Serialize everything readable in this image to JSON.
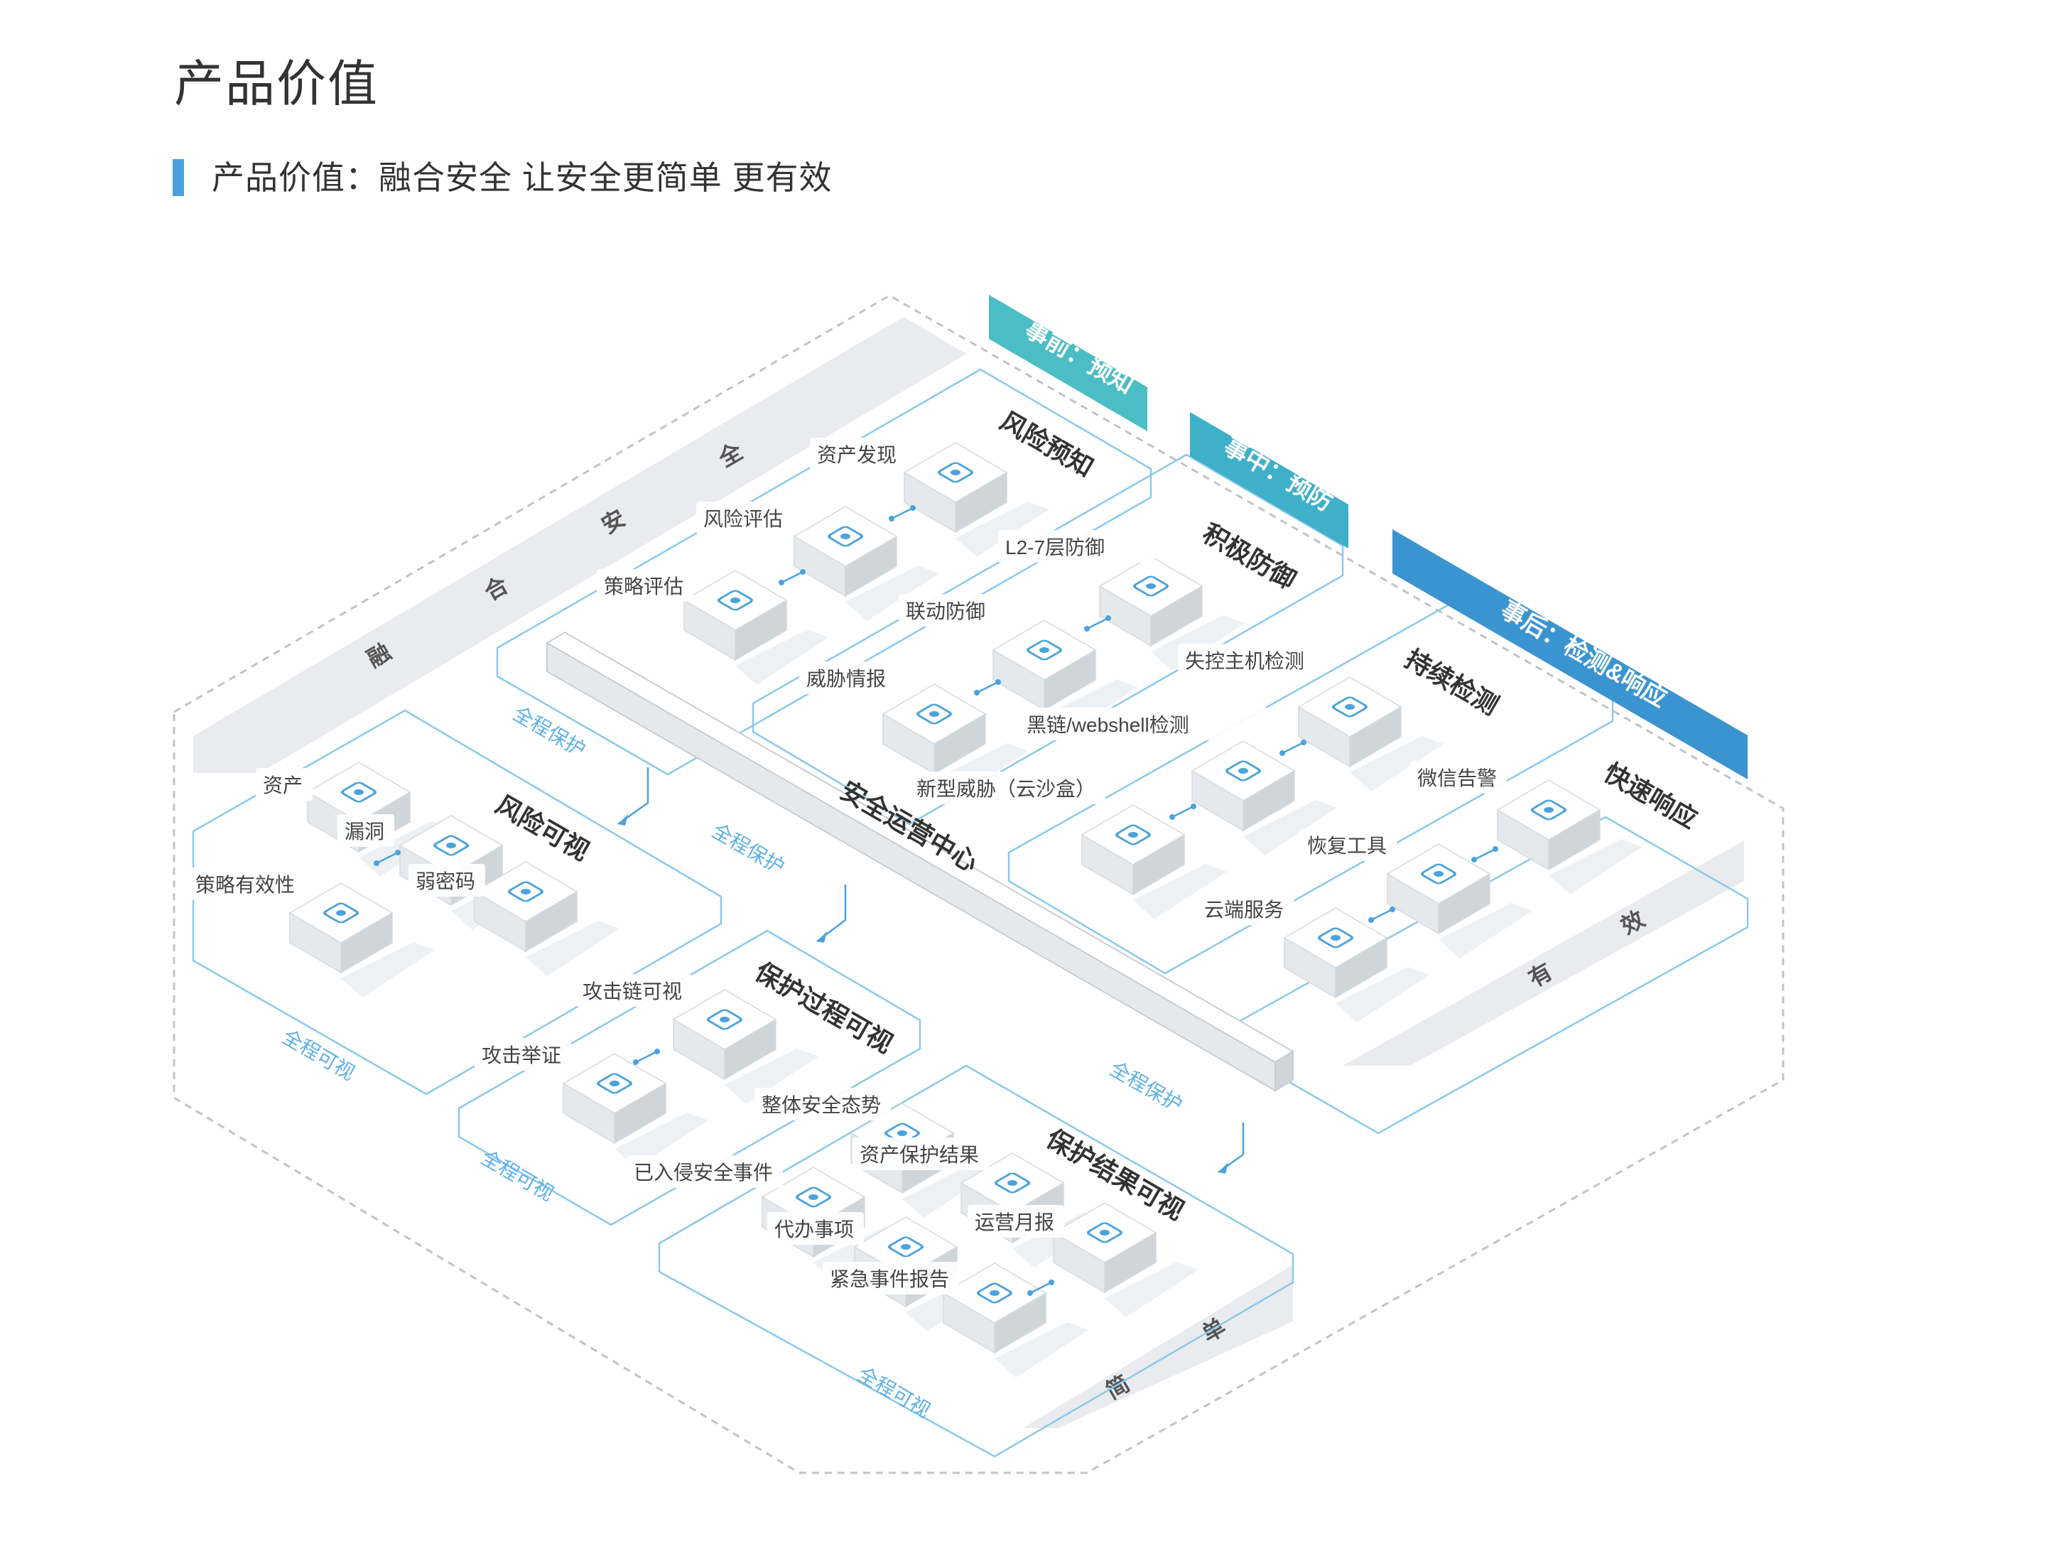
{
  "page": {
    "title": "产品价值",
    "subtitle": "产品价值：融合安全 让安全更简单 更有效"
  },
  "banners": {
    "pre": "事前：预知",
    "during": "事中：预防",
    "post": "事后：检测&响应"
  },
  "side_words": {
    "fusion": [
      "融",
      "合",
      "安",
      "全"
    ],
    "effective": [
      "有",
      "效"
    ],
    "simple": [
      "简",
      "单"
    ]
  },
  "center": {
    "title": "安全运营中心"
  },
  "flow_labels": {
    "full_protect": "全程保护",
    "full_visible": "全程可视"
  },
  "panels": {
    "risk_predict": {
      "title": "风险预知",
      "items": [
        {
          "label": "资产发现",
          "icon": "asset-discovery-icon"
        },
        {
          "label": "风险评估",
          "icon": "risk-assessment-icon"
        },
        {
          "label": "策略评估",
          "icon": "policy-assessment-icon"
        }
      ]
    },
    "active_defense": {
      "title": "积极防御",
      "items": [
        {
          "label": "L2-7层防御",
          "icon": "shield-icon"
        },
        {
          "label": "联动防御",
          "icon": "linkage-icon"
        },
        {
          "label": "威胁情报",
          "icon": "threat-intel-icon"
        }
      ]
    },
    "continuous_detect": {
      "title": "持续检测",
      "items": [
        {
          "label": "失控主机检测",
          "icon": "host-detect-icon"
        },
        {
          "label": "黑链/webshell检测",
          "icon": "webshell-icon"
        },
        {
          "label": "新型威胁（云沙盒）",
          "icon": "cloud-sandbox-icon"
        }
      ]
    },
    "rapid_response": {
      "title": "快速响应",
      "items": [
        {
          "label": "微信告警",
          "icon": "wechat-icon"
        },
        {
          "label": "恢复工具",
          "icon": "restore-icon"
        },
        {
          "label": "云端服务",
          "icon": "cloud-service-icon"
        }
      ]
    },
    "risk_visible": {
      "title": "风险可视",
      "items": [
        {
          "label": "资产",
          "icon": "asset-icon"
        },
        {
          "label": "漏洞",
          "icon": "bug-icon"
        },
        {
          "label": "弱密码",
          "icon": "lock-icon"
        },
        {
          "label": "策略有效性",
          "icon": "bar-chart-icon"
        }
      ]
    },
    "process_visible": {
      "title": "保护过程可视",
      "items": [
        {
          "label": "攻击链可视",
          "icon": "globe-icon"
        },
        {
          "label": "攻击举证",
          "icon": "document-icon"
        }
      ]
    },
    "result_visible": {
      "title": "保护结果可视",
      "items": [
        {
          "label": "整体安全态势",
          "icon": "dashboard-icon"
        },
        {
          "label": "资产保护结果",
          "icon": "monitor-icon"
        },
        {
          "label": "已入侵安全事件",
          "icon": "event-icon"
        },
        {
          "label": "代办事项",
          "icon": "todo-icon"
        },
        {
          "label": "运营月报",
          "icon": "calendar-icon"
        },
        {
          "label": "紧急事件报告",
          "icon": "report-icon"
        }
      ]
    }
  },
  "colors": {
    "banner_pre": "#4bbdc4",
    "banner_during": "#3eb0c8",
    "banner_post": "#3a94d0",
    "line": "#8cc9ec",
    "arrow": "#4aa3dc",
    "flow_text": "#5fb1e3",
    "block_top": "#ffffff",
    "block_left": "#e6e9ec",
    "block_right": "#d0d5da",
    "icon": "#4aa3dc",
    "band": "#e9ebee"
  }
}
